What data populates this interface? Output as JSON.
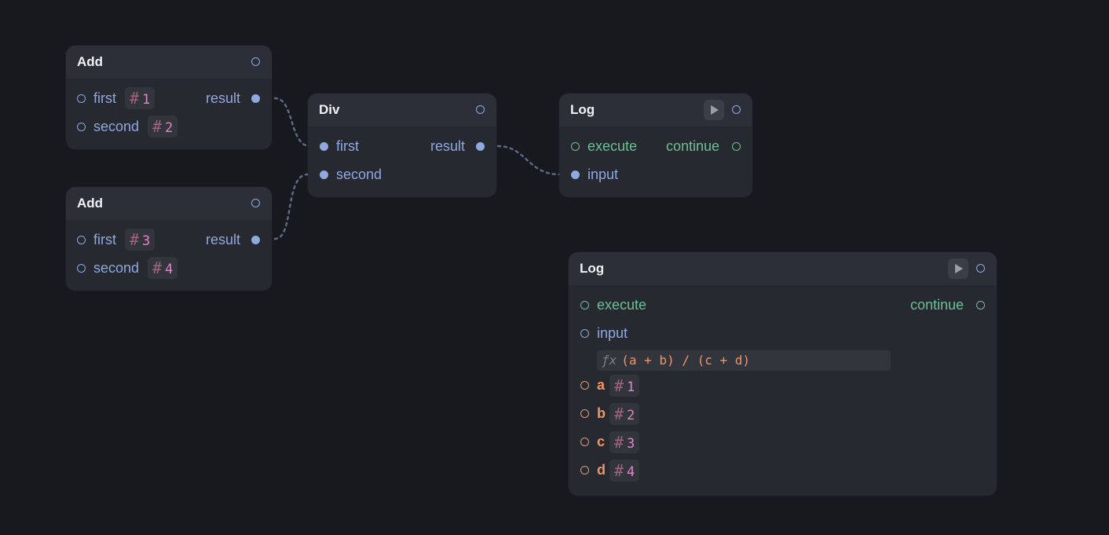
{
  "nodes": {
    "add1": {
      "title": "Add",
      "first_label": "first",
      "first_value": "1",
      "second_label": "second",
      "second_value": "2",
      "result_label": "result"
    },
    "add2": {
      "title": "Add",
      "first_label": "first",
      "first_value": "3",
      "second_label": "second",
      "second_value": "4",
      "result_label": "result"
    },
    "div": {
      "title": "Div",
      "first_label": "first",
      "second_label": "second",
      "result_label": "result"
    },
    "log1": {
      "title": "Log",
      "execute_label": "execute",
      "continue_label": "continue",
      "input_label": "input"
    },
    "log2": {
      "title": "Log",
      "execute_label": "execute",
      "continue_label": "continue",
      "input_label": "input",
      "fx_symbol": "ƒx",
      "expression": "(a + b) / (c + d)",
      "vars": [
        {
          "name": "a",
          "value": "1"
        },
        {
          "name": "b",
          "value": "2"
        },
        {
          "name": "c",
          "value": "3"
        },
        {
          "name": "d",
          "value": "4"
        }
      ]
    }
  },
  "icons": {
    "number": "#",
    "play": "play-icon"
  },
  "colors": {
    "background": "#17191e",
    "node": "#262930",
    "header": "#2c2f37",
    "data_port": "#8fa8e0",
    "exec_port": "#6fbf93",
    "variable": "#ef9466",
    "number": "#e085c8",
    "wire": "#5b6a86"
  }
}
